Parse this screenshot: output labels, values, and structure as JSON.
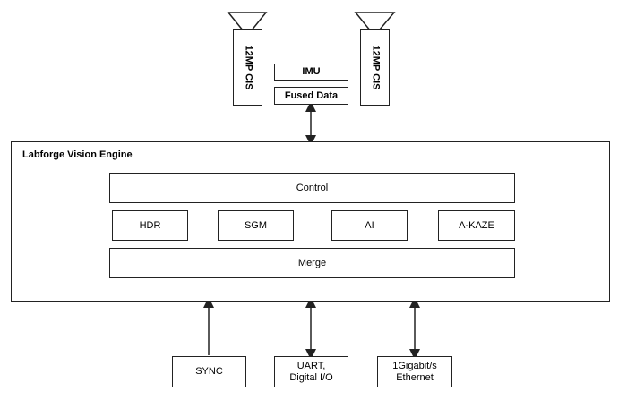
{
  "sensors": {
    "left_cis": "12MP CIS",
    "right_cis": "12MP CIS"
  },
  "imu": {
    "label": "IMU",
    "fused_label": "Fused Data"
  },
  "engine": {
    "title": "Labforge Vision Engine",
    "control_label": "Control",
    "modules": [
      "HDR",
      "SGM",
      "AI",
      "A-KAZE"
    ],
    "merge_label": "Merge"
  },
  "io": {
    "sync_label": "SYNC",
    "uart_label": "UART,\nDigital I/O",
    "ethernet_label": "1Gigabit/s\nEthernet"
  }
}
